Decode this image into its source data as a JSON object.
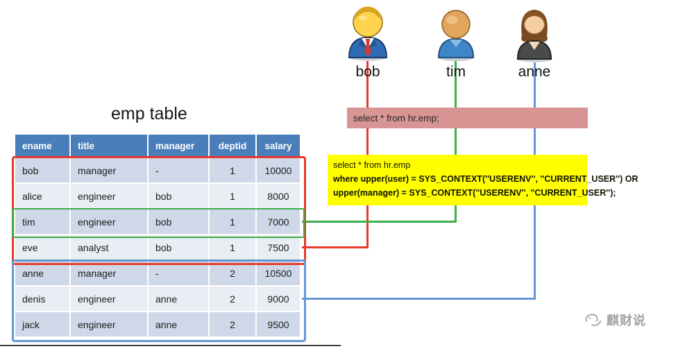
{
  "title": {
    "text": "emp table"
  },
  "table": {
    "headers": [
      "ename",
      "title",
      "manager",
      "deptid",
      "salary"
    ],
    "rows": [
      [
        "bob",
        "manager",
        "-",
        "1",
        "10000"
      ],
      [
        "alice",
        "engineer",
        "bob",
        "1",
        "8000"
      ],
      [
        "tim",
        "engineer",
        "bob",
        "1",
        "7000"
      ],
      [
        "eve",
        "analyst",
        "bob",
        "1",
        "7500"
      ],
      [
        "anne",
        "manager",
        "-",
        "2",
        "10500"
      ],
      [
        "denis",
        "engineer",
        "anne",
        "2",
        "9000"
      ],
      [
        "jack",
        "engineer",
        "anne",
        "2",
        "9500"
      ]
    ]
  },
  "users": [
    {
      "name": "bob"
    },
    {
      "name": "tim"
    },
    {
      "name": "anne"
    }
  ],
  "queries": {
    "plain": "select * from hr.emp;",
    "vpd": {
      "line1": "select * from hr.emp",
      "line2": "where upper(user) = SYS_CONTEXT(''USERENV'', ''CURRENT_USER'') OR",
      "line3": "upper(manager) = SYS_CONTEXT(''USERENV'', ''CURRENT_USER'');"
    }
  },
  "watermark": {
    "text": "麒财说"
  },
  "colors": {
    "red": "#e8392b",
    "green": "#3cae4a",
    "blue": "#6298d5",
    "header-blue": "#4a7ebb",
    "row-dark": "#cfd8e8",
    "row-light": "#e9edf4",
    "pink": "#d89593",
    "yellow": "#ffff00"
  }
}
